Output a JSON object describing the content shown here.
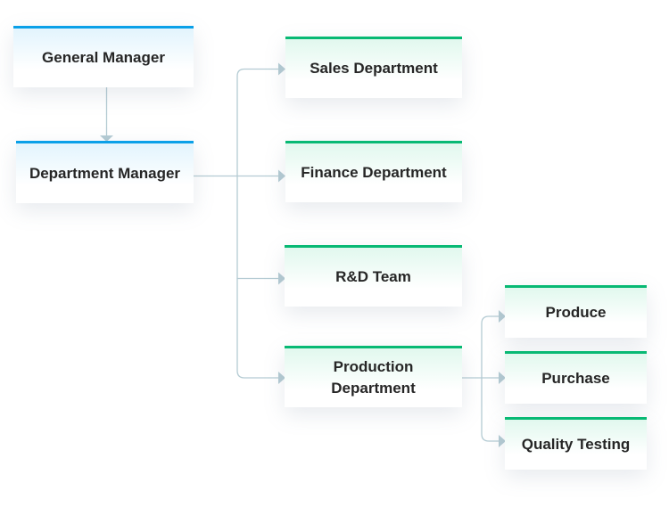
{
  "diagram": {
    "title": "",
    "colors": {
      "manager_accent": "#0aa0e8",
      "department_accent": "#08b974",
      "connector": "#b4cbd3",
      "text": "#262626"
    },
    "nodes": {
      "general_manager": "General Manager",
      "department_manager": "Department Manager",
      "sales": "Sales Department",
      "finance": "Finance Department",
      "rnd": "R&D Team",
      "production_line1": "Production",
      "production_line2": "Department",
      "produce": "Produce",
      "purchase": "Purchase",
      "quality_testing": "Quality Testing"
    },
    "edges": [
      {
        "from": "General Manager",
        "to": "Department Manager"
      },
      {
        "from": "Department Manager",
        "to": "Sales Department"
      },
      {
        "from": "Department Manager",
        "to": "Finance Department"
      },
      {
        "from": "Department Manager",
        "to": "R&D Team"
      },
      {
        "from": "Department Manager",
        "to": "Production Department"
      },
      {
        "from": "Production Department",
        "to": "Produce"
      },
      {
        "from": "Production Department",
        "to": "Purchase"
      },
      {
        "from": "Production Department",
        "to": "Quality Testing"
      }
    ]
  }
}
